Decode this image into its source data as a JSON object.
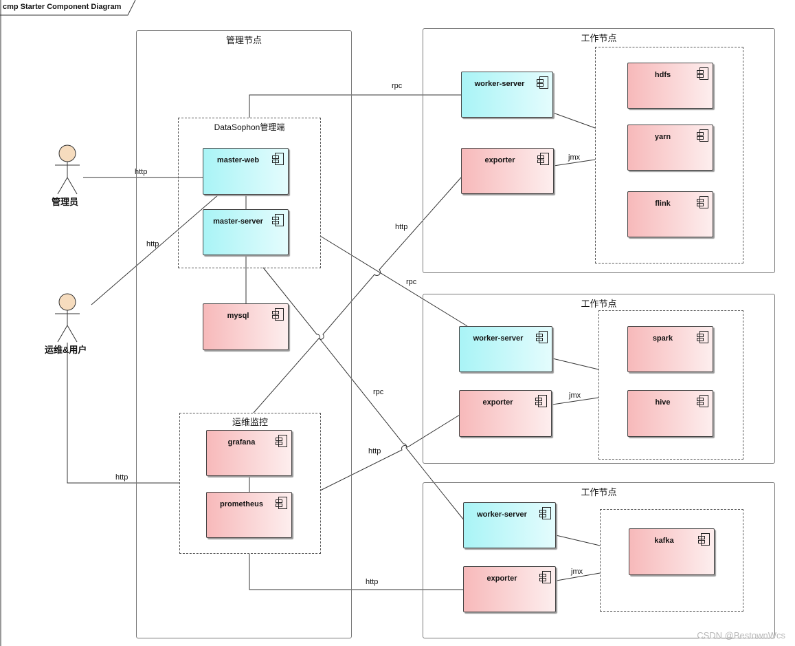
{
  "diagram_title": "cmp Starter Component Diagram",
  "mgmt_node": {
    "title": "管理节点"
  },
  "datasophon_group": {
    "title": "DataSophon管理端"
  },
  "ops_group": {
    "title": "运维监控"
  },
  "actors": {
    "admin": "管理员",
    "ops_user": "运维&用户"
  },
  "components": {
    "master_web": "master-web",
    "master_server": "master-server",
    "mysql": "mysql",
    "grafana": "grafana",
    "prometheus": "prometheus"
  },
  "worker_nodes": [
    {
      "title": "工作节点",
      "server": "worker-server",
      "exporter": "exporter",
      "services": [
        "hdfs",
        "yarn",
        "flink"
      ]
    },
    {
      "title": "工作节点",
      "server": "worker-server",
      "exporter": "exporter",
      "services": [
        "spark",
        "hive"
      ]
    },
    {
      "title": "工作节点",
      "server": "worker-server",
      "exporter": "exporter",
      "services": [
        "kafka"
      ]
    }
  ],
  "edge_labels": {
    "admin_http": "http",
    "user_http_web": "http",
    "user_http_grafana": "http",
    "rpc_worker1": "rpc",
    "rpc_worker2": "rpc",
    "rpc_worker3": "rpc",
    "http_exporter1": "http",
    "http_exporter2": "http",
    "http_exporter3": "http",
    "jmx1": "jmx",
    "jmx2": "jmx",
    "jmx3": "jmx"
  },
  "watermark": "CSDN @BestownWcs"
}
